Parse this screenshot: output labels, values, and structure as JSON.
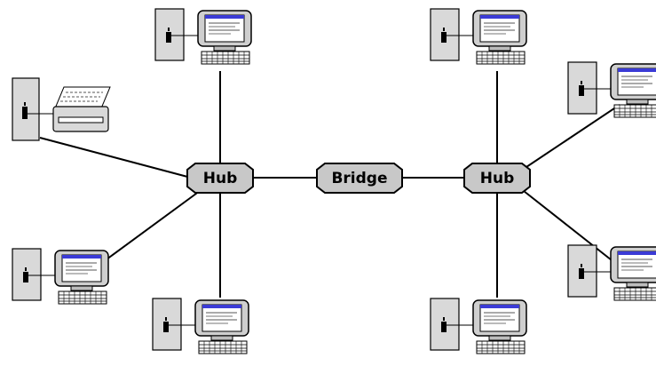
{
  "colors": {
    "background": "#ffffff",
    "link": "#000000",
    "node_fill": "#c8c8c8",
    "tower_fill": "#d9d9d9",
    "screen": "#ffffff",
    "screen_titlebar": "#3b3bd6"
  },
  "nodes": {
    "hub_left": {
      "label": "Hub",
      "type": "hub"
    },
    "bridge": {
      "label": "Bridge",
      "type": "bridge"
    },
    "hub_right": {
      "label": "Hub",
      "type": "hub"
    }
  },
  "devices": [
    {
      "id": "pc-left-top",
      "type": "workstation",
      "icon": "computer-icon",
      "connects_to": "hub_left"
    },
    {
      "id": "printer-left",
      "type": "printer",
      "icon": "printer-icon",
      "connects_to": "hub_left"
    },
    {
      "id": "pc-left-lower",
      "type": "workstation",
      "icon": "computer-icon",
      "connects_to": "hub_left"
    },
    {
      "id": "pc-left-bottom",
      "type": "workstation",
      "icon": "computer-icon",
      "connects_to": "hub_left"
    },
    {
      "id": "pc-right-top",
      "type": "workstation",
      "icon": "computer-icon",
      "connects_to": "hub_right"
    },
    {
      "id": "pc-right-upper",
      "type": "workstation",
      "icon": "computer-icon",
      "connects_to": "hub_right"
    },
    {
      "id": "pc-right-lower",
      "type": "workstation",
      "icon": "computer-icon",
      "connects_to": "hub_right"
    },
    {
      "id": "pc-right-bottom",
      "type": "workstation",
      "icon": "computer-icon",
      "connects_to": "hub_right"
    }
  ],
  "links": [
    {
      "from": "hub_left",
      "to": "bridge"
    },
    {
      "from": "bridge",
      "to": "hub_right"
    }
  ]
}
